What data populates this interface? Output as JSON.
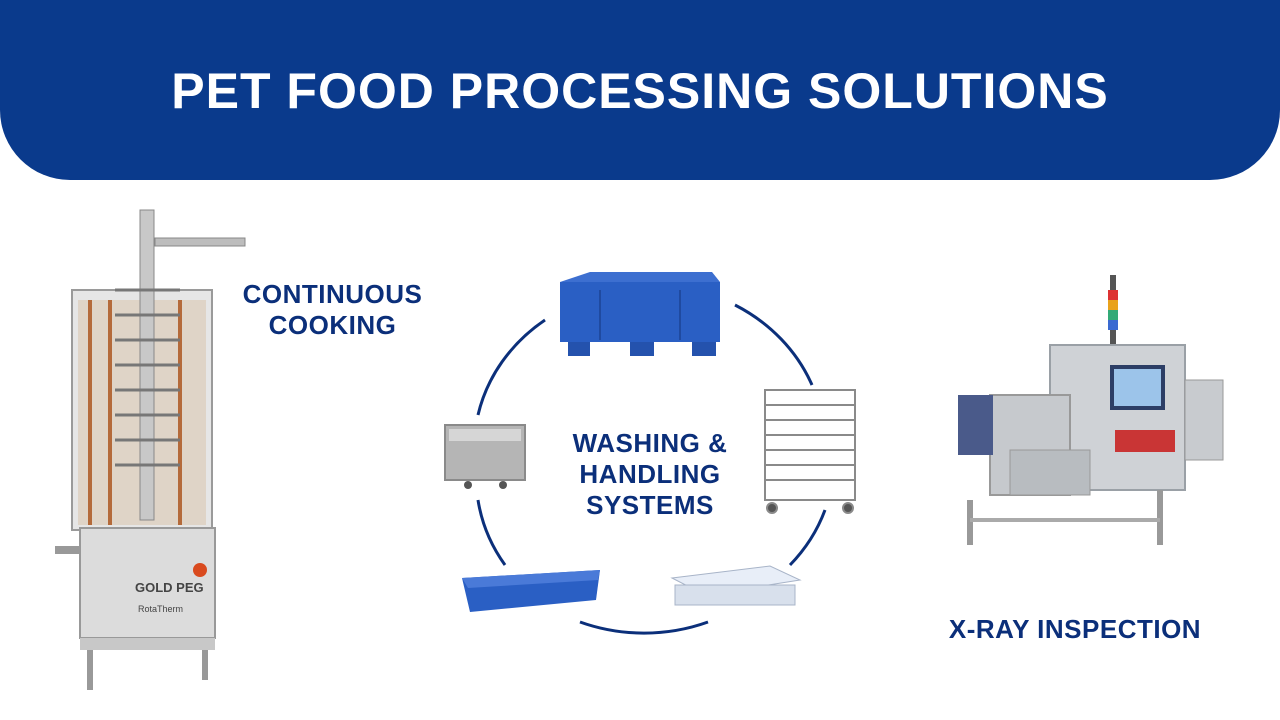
{
  "header": {
    "title": "PET FOOD PROCESSING SOLUTIONS"
  },
  "labels": {
    "cooking_line1": "CONTINUOUS",
    "cooking_line2": "COOKING",
    "washing_line1": "WASHING &",
    "washing_line2": "HANDLING",
    "washing_line3": "SYSTEMS",
    "xray": "X-RAY INSPECTION"
  },
  "cooker_brand": "GOLD PEG",
  "cooker_model": "RotaTherm",
  "colors": {
    "banner": "#0a3a8c",
    "label": "#0b2f7a",
    "bin_blue": "#2a5fc4"
  }
}
